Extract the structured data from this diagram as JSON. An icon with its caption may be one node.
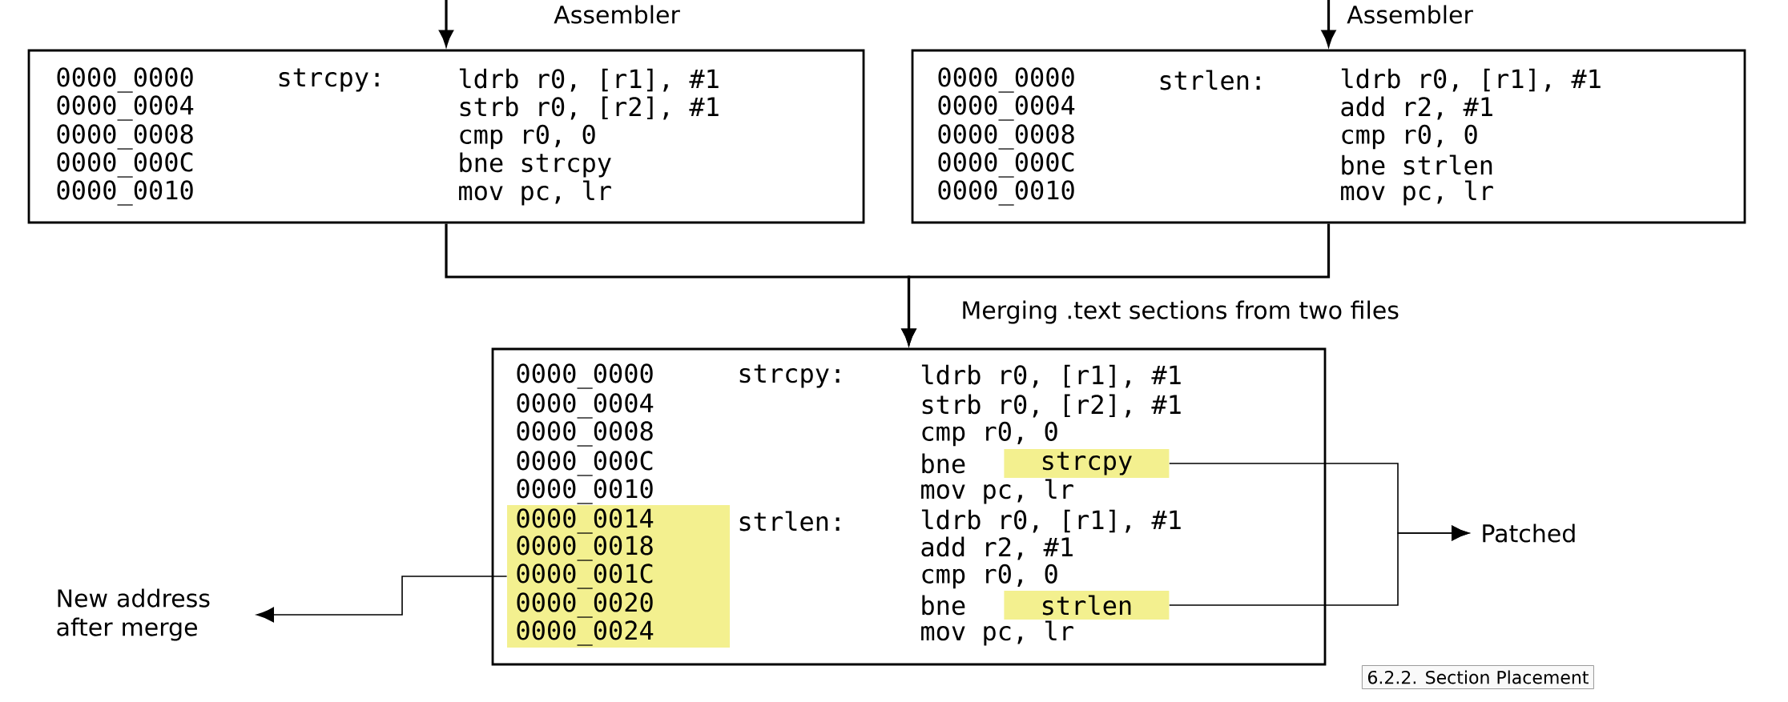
{
  "diagram": {
    "nodes": [
      {
        "text": [
          "0000_0000",
          "strcpy:",
          "ldrb r0, [r1], #1",
          "0000_0004",
          "strb r0, [r2], #1",
          "0000_0008",
          "cmp r0, 0",
          "0000_000C",
          "bne strcpy",
          "0000_0010",
          "mov pc, lr"
        ]
      },
      {
        "text": [
          "0000_0000",
          "strlen:",
          "ldrb r0, [r1], #1",
          "0000_0004",
          "add r2, #1",
          "0000_0008",
          "cmp r0, 0",
          "0000_000C",
          "bne strlen",
          "0000_0010",
          "mov pc, lr"
        ]
      },
      {
        "text": [
          "0000_0000",
          "strcpy:",
          "ldrb r0, [r1], #1",
          "0000_0004",
          "strb r0, [r2], #1",
          "0000_0008",
          "cmp r0, 0",
          "0000_000C",
          "bne",
          "0000_0010",
          "mov pc, lr",
          "strlen:",
          "ldrb r0, [r1], #1",
          "add r2, #1",
          "cmp r0, 0",
          "bne",
          "mov pc, lr"
        ]
      },
      {
        "text": [
          "0000_0014",
          "0000_0018",
          "0000_001C",
          "0000_0020",
          "0000_0024"
        ],
        "in": 2
      },
      {
        "text": [
          "strcpy"
        ],
        "in": 2
      },
      {
        "text": [
          "strlen"
        ],
        "in": 2
      },
      {
        "text": [
          "Patched"
        ]
      },
      {
        "text": [
          "New address after merge"
        ]
      }
    ],
    "edges": [
      {
        "from": null,
        "to": 0,
        "arrow": "to",
        "label": "Assembler"
      },
      {
        "from": null,
        "to": 1,
        "arrow": "to",
        "label": "Assembler"
      },
      {
        "from": 0,
        "to": 2,
        "arrow": "to",
        "label": "Merging .text sections from two files"
      },
      {
        "from": 1,
        "to": 2,
        "arrow": "to"
      },
      {
        "from": 4,
        "to": 6,
        "arrow": "to"
      },
      {
        "from": 5,
        "to": 6,
        "arrow": "to"
      },
      {
        "from": 3,
        "to": 7,
        "arrow": "to"
      }
    ],
    "labels": [
      "6.2.2. Section Placement"
    ]
  }
}
